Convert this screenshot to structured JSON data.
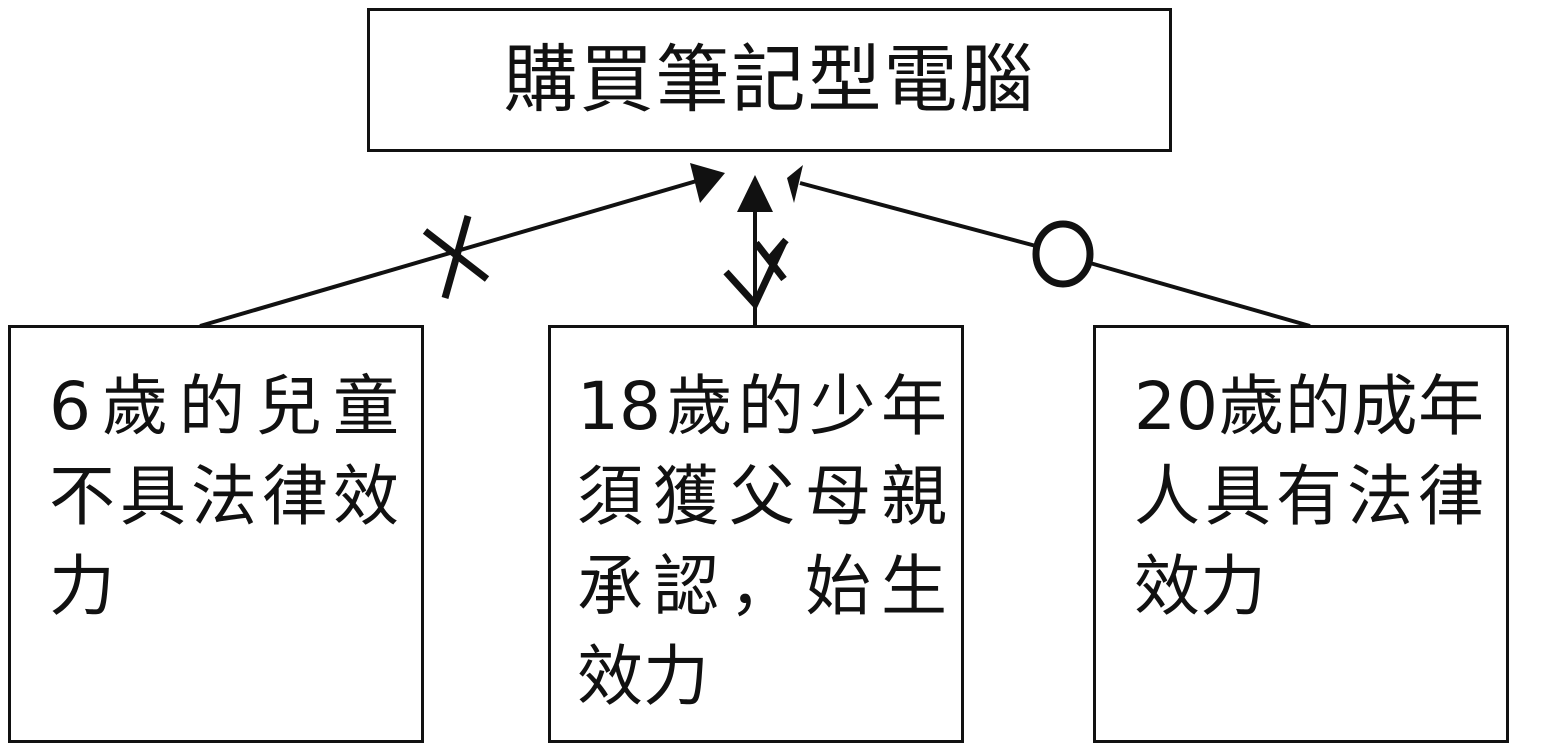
{
  "diagram": {
    "target": {
      "label": "購買筆記型電腦"
    },
    "parties": [
      {
        "id": "child",
        "label": "6歲的兒童不具法律效力",
        "relation": "invalid",
        "mark": "cross-icon"
      },
      {
        "id": "teen",
        "label": "18歲的少年須獲父母親承認，始生效力",
        "relation": "conditional",
        "mark": "check-with-cross-icon"
      },
      {
        "id": "adult",
        "label": "20歲的成年人具有法律效力",
        "relation": "valid",
        "mark": "circle-icon"
      }
    ],
    "colors": {
      "stroke": "#111111",
      "background": "#ffffff"
    }
  }
}
